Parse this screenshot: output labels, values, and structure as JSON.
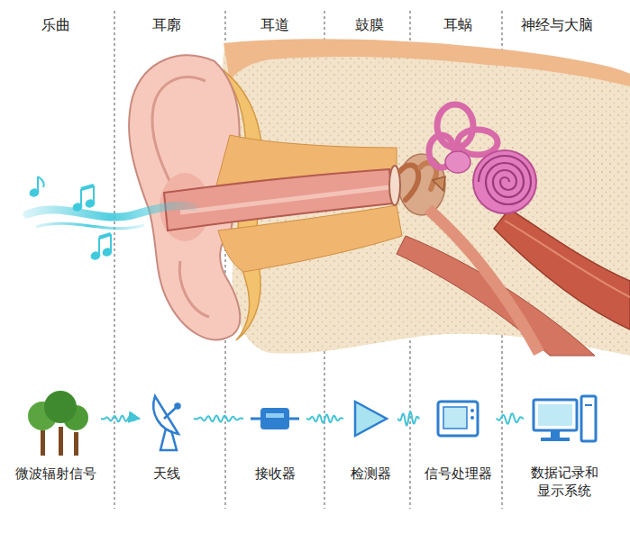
{
  "diagram": {
    "nodes": [
      {
        "text": [
          "微波辐射信号"
        ]
      },
      {
        "text": [
          "天线"
        ]
      },
      {
        "text": [
          "接收器"
        ]
      },
      {
        "text": [
          "检测器"
        ]
      },
      {
        "text": [
          "信号处理器"
        ]
      },
      {
        "text": [
          "数据记录和显示系统"
        ]
      }
    ],
    "edges": [
      {
        "from": 0,
        "to": 1,
        "arrow": "to"
      },
      {
        "from": 1,
        "to": 2,
        "arrow": "none"
      },
      {
        "from": 2,
        "to": 3,
        "arrow": "none"
      },
      {
        "from": 3,
        "to": 4,
        "arrow": "none"
      },
      {
        "from": 4,
        "to": 5,
        "arrow": "none"
      }
    ],
    "labels": [
      "乐曲",
      "耳廓",
      "耳道",
      "鼓膜",
      "耳蜗",
      "神经与大脑"
    ]
  }
}
